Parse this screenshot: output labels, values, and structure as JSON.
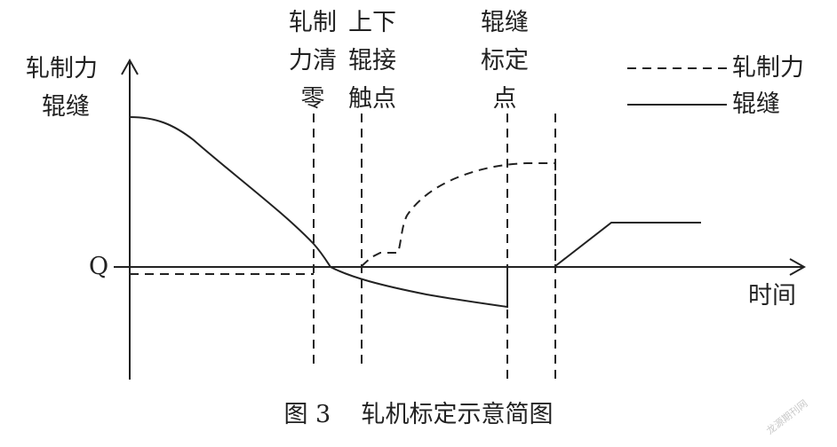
{
  "y_axis_label_line1": "轧制力",
  "y_axis_label_line2": "辊缝",
  "q_label": "Q",
  "x_axis_label": "时间",
  "events": [
    {
      "line1": "轧制",
      "line2": "力清",
      "line3": "零"
    },
    {
      "line1": "上下",
      "line2": "辊接",
      "line3": "触点"
    },
    {
      "line1": "辊缝",
      "line2": "标定",
      "line3": "点"
    }
  ],
  "legend": {
    "dashed_label": "轧制力",
    "solid_label": "辊缝"
  },
  "caption": "图 3    轧机标定示意简图",
  "watermark": "龙源期刊网"
}
